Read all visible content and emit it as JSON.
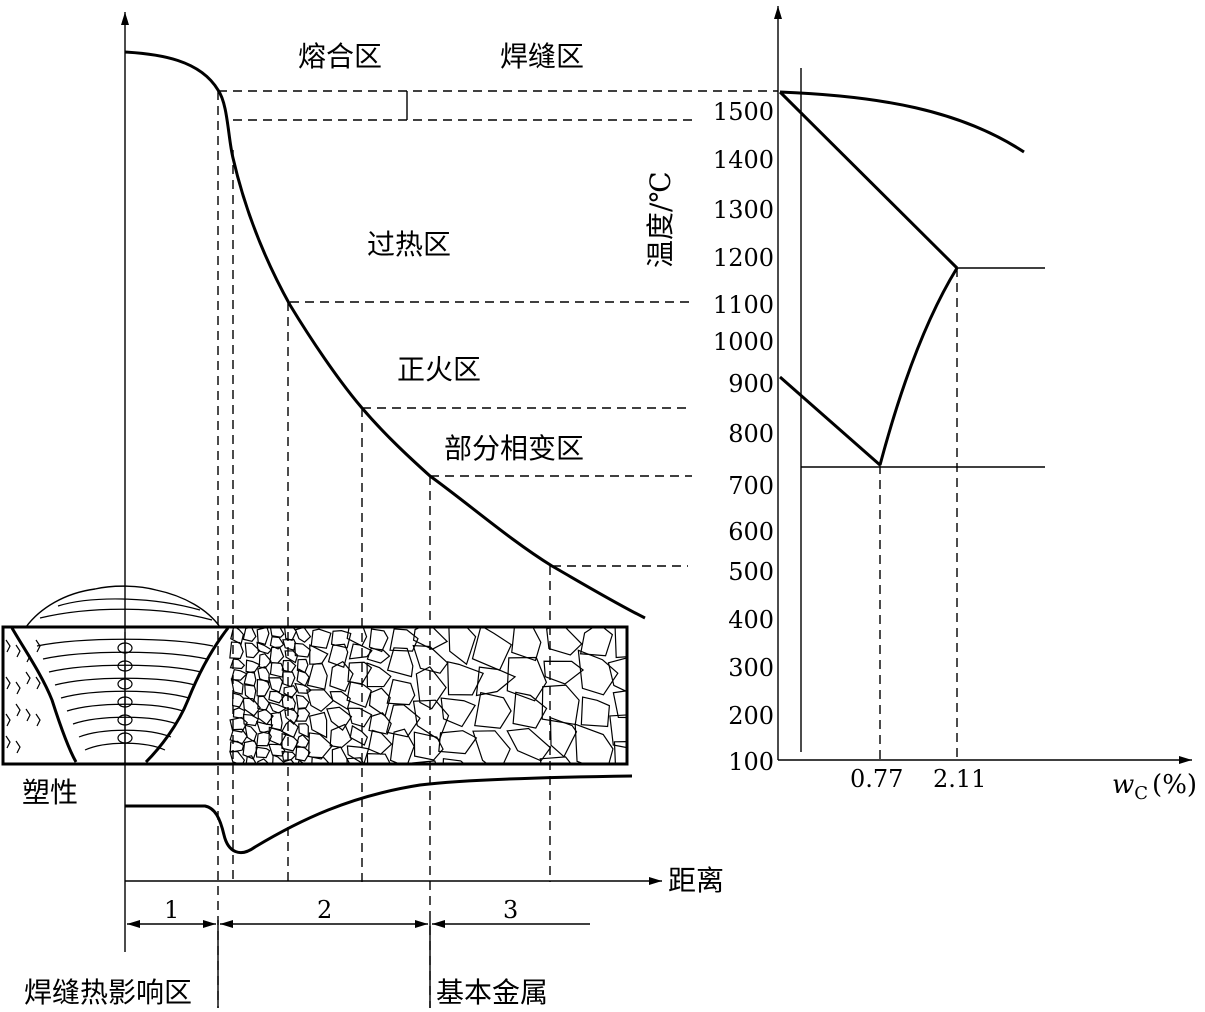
{
  "zone_labels": {
    "fusion": "熔合区",
    "weld": "焊缝区",
    "overheat": "过热区",
    "normalizing": "正火区",
    "partial": "部分相变区"
  },
  "left_axes": {
    "plasticity": "塑性",
    "distance": "距离"
  },
  "region_numbers": [
    "1",
    "2",
    "3"
  ],
  "bottom_labels": {
    "haz": "焊缝热影响区",
    "base_metal": "基本金属"
  },
  "phase_diagram": {
    "y_axis_label": "温度/℃",
    "y_ticks": [
      "100",
      "200",
      "300",
      "400",
      "500",
      "600",
      "700",
      "800",
      "900",
      "1000",
      "1100",
      "1200",
      "1300",
      "1400",
      "1500"
    ],
    "x_ticks": [
      "0.77",
      "2.11"
    ],
    "x_axis_var": "w",
    "x_axis_sub": "C",
    "x_axis_unit": "(%)"
  }
}
